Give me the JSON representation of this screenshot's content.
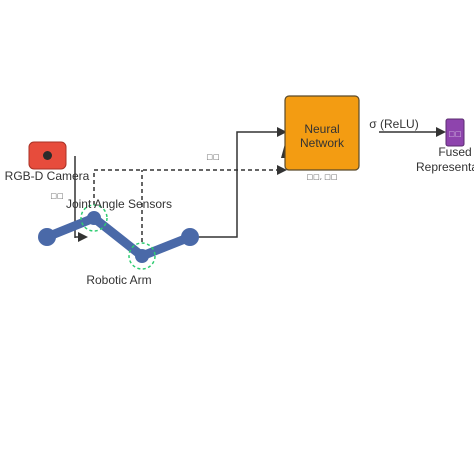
{
  "nodes": {
    "camera": {
      "label": "RGB-D Camera",
      "fill": "#e74c3c"
    },
    "sensors": {
      "label": "Joint Angle Sensors",
      "ring_color": "#2ecc71"
    },
    "arm": {
      "label": "Robotic Arm",
      "color": "#4a69a8"
    },
    "network": {
      "line1": "Neural",
      "line2": "Network",
      "fill": "#f39c12",
      "stroke": "#5a4a2a"
    },
    "fused": {
      "line1": "Fused",
      "line2": "Representa",
      "icon_text": "□□",
      "fill": "#8e44ad"
    }
  },
  "edges": {
    "camera_label": "□□",
    "sensor_label": "□□",
    "network_in_label": "□□, □□",
    "activation_label": "σ (ReLU)"
  },
  "colors": {
    "edge": "#333333",
    "background": "#ffffff"
  }
}
